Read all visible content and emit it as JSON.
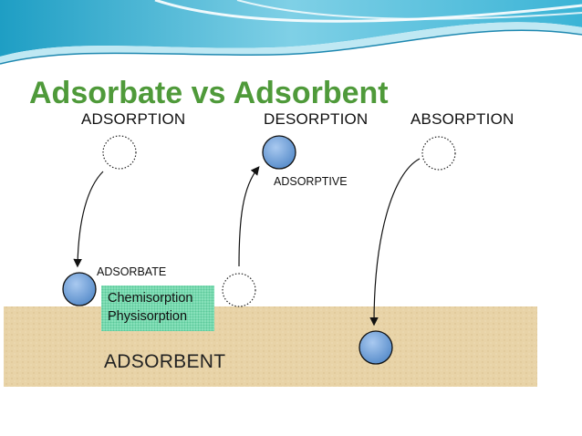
{
  "slide": {
    "title": "Adsorbate vs Adsorbent"
  },
  "diagram": {
    "labels": {
      "adsorption": "ADSORPTION",
      "desorption": "DESORPTION",
      "absorption": "ABSORPTION",
      "adsorptive": "ADSORPTIVE",
      "adsorbate": "ADSORBATE",
      "adsorbent": "ADSORBENT"
    },
    "process_box": {
      "line1": "Chemisorption",
      "line2": "Physisorption"
    }
  },
  "colors": {
    "title_green": "#4f9a3a",
    "molecule_blue": "#6e9fd6",
    "surface_tan": "#e8d3a7",
    "process_box_green": "#86e0b9",
    "header_teal": "#2aa7c9"
  }
}
